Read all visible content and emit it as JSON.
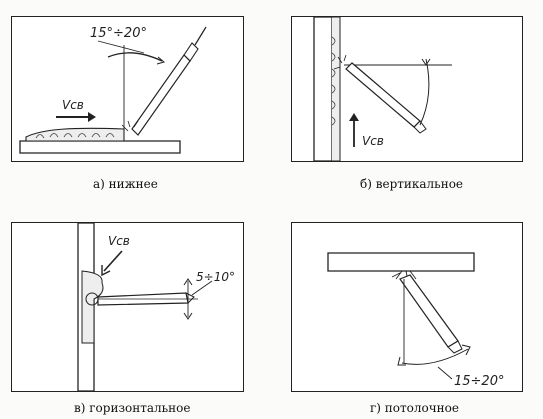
{
  "panels": {
    "a": {
      "caption": "а) нижнее",
      "angle": "15°÷20°",
      "speed_label": "Vсв"
    },
    "b": {
      "caption": "б) вертикальное",
      "speed_label": "Vсв"
    },
    "c": {
      "caption": "в) горизонтальное",
      "angle": "5÷10°",
      "speed_label": "Vсв"
    },
    "d": {
      "caption": "г) потолочное",
      "angle": "15÷20°"
    }
  },
  "colors": {
    "ink": "#222222",
    "paper": "#ffffff",
    "background": "#fbfbf9"
  }
}
